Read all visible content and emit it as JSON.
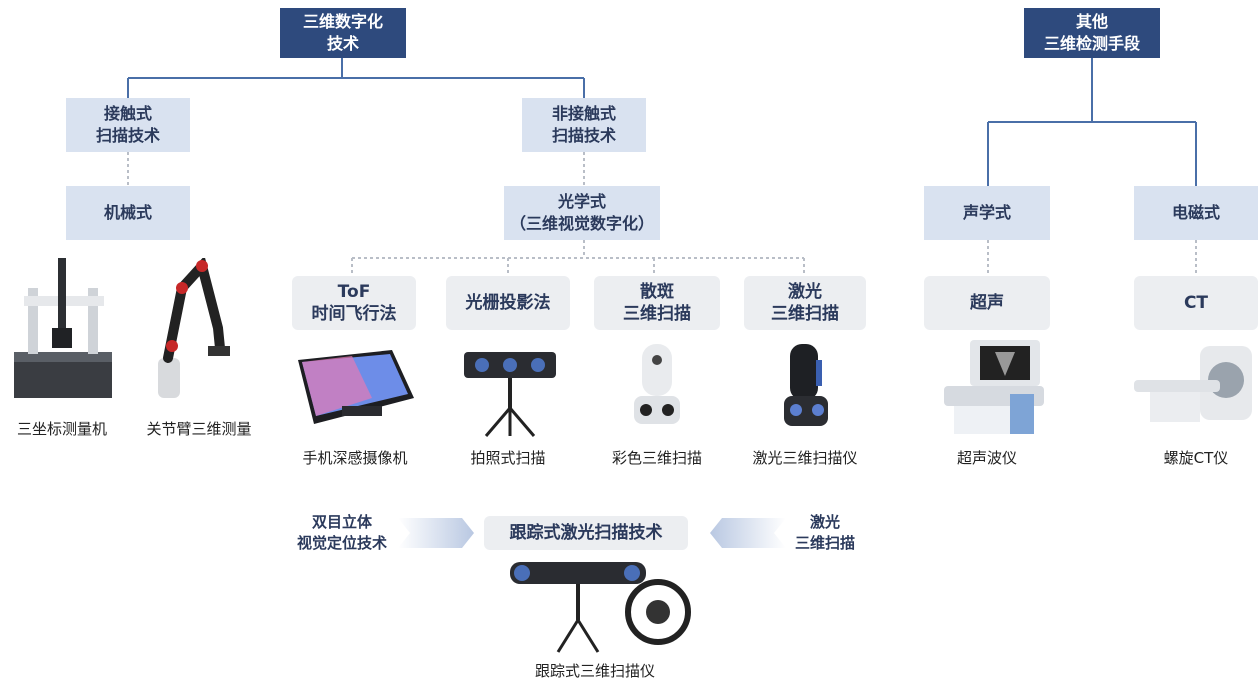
{
  "nodes": {
    "root_digital": "三维数字化\n技术",
    "root_other": "其他\n三维检测手段",
    "contact": "接触式\n扫描技术",
    "noncontact": "非接触式\n扫描技术",
    "mechanical": "机械式",
    "optical": "光学式\n（三维视觉数字化）",
    "acoustic": "声学式",
    "electromagnetic": "电磁式",
    "tof": "ToF\n时间飞行法",
    "grating": "光栅投影法",
    "speckle": "散斑\n三维扫描",
    "laser": "激光\n三维扫描",
    "ultrasound": "超声",
    "ct": "CT"
  },
  "captions": {
    "cmm": "三坐标测量机",
    "arm": "关节臂三维测量",
    "phone": "手机深感摄像机",
    "photo": "拍照式扫描",
    "color": "彩色三维扫描",
    "laser_scanner": "激光三维扫描仪",
    "ultrasound_device": "超声波仪",
    "ct_device": "螺旋CT仪",
    "tracker_device": "跟踪式三维扫描仪"
  },
  "tracking": {
    "left": "双目立体\n视觉定位技术",
    "center": "跟踪式激光扫描技术",
    "right": "激光\n三维扫描"
  },
  "colors": {
    "dark": "#2e4a7d",
    "light": "#d9e2f0",
    "line": "#4a6fa8",
    "dotted": "#b9bec7"
  }
}
